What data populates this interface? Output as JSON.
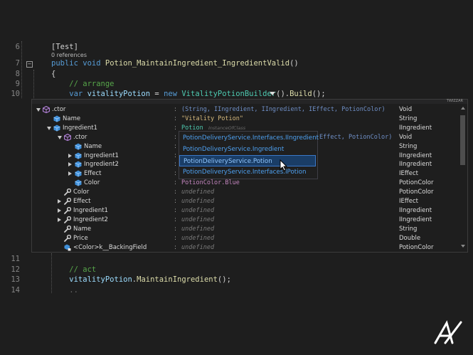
{
  "code_top": [
    {
      "ln": "6",
      "parts": [
        {
          "t": "[Test]",
          "c": "#d4d4d4"
        }
      ]
    },
    {
      "ln": "7",
      "parts": [
        {
          "t": "public ",
          "c": "#569cd6"
        },
        {
          "t": "void ",
          "c": "#569cd6"
        },
        {
          "t": "Potion_MaintainIngredient_IngredientValid",
          "c": "#dcdcaa"
        },
        {
          "t": "()",
          "c": "#d4d4d4"
        }
      ]
    },
    {
      "ln": "8",
      "parts": [
        {
          "t": "{",
          "c": "#d4d4d4"
        }
      ]
    },
    {
      "ln": "9",
      "parts": [
        {
          "t": "    // arrange",
          "c": "#57a64a"
        }
      ]
    },
    {
      "ln": "10",
      "parts": [
        {
          "t": "    var ",
          "c": "#569cd6"
        },
        {
          "t": "vitalityPotion ",
          "c": "#9cdcfe"
        },
        {
          "t": "= ",
          "c": "#d4d4d4"
        },
        {
          "t": "new ",
          "c": "#569cd6"
        },
        {
          "t": "VitalityPotionBuilder",
          "c": "#4ec9b0"
        },
        {
          "t": "().",
          "c": "#d4d4d4"
        },
        {
          "t": "Build",
          "c": "#dcdcaa"
        },
        {
          "t": "();",
          "c": "#d4d4d4"
        }
      ]
    }
  ],
  "references_label": "0 references",
  "code_bottom": [
    {
      "ln": "11",
      "parts": []
    },
    {
      "ln": "12",
      "parts": [
        {
          "t": "    // act",
          "c": "#57a64a"
        }
      ]
    },
    {
      "ln": "13",
      "parts": [
        {
          "t": "    vitalityPotion",
          "c": "#9cdcfe"
        },
        {
          "t": ".",
          "c": "#d4d4d4"
        },
        {
          "t": "MaintainIngredient",
          "c": "#dcdcaa"
        },
        {
          "t": "();",
          "c": "#d4d4d4"
        }
      ]
    },
    {
      "ln": "14",
      "parts": [
        {
          "t": "    ..",
          "c": "#6a6a6a"
        }
      ]
    }
  ],
  "watch": {
    "top_label": "TWIZZAR",
    "rows": [
      {
        "indent": 0,
        "expander": "down",
        "icon": "method-cube-icon",
        "name": ".ctor",
        "value": "(String, IIngredient, IIngredient, IEffect, PotionColor)",
        "value_color": "#6f8fc7",
        "type": "Void"
      },
      {
        "indent": 1,
        "expander": "none",
        "icon": "field-cube-icon",
        "name": "Name",
        "value": "\"Vitality Potion\"",
        "value_color": "#d7ba7d",
        "type": "String"
      },
      {
        "indent": 1,
        "expander": "down",
        "icon": "field-cube-icon",
        "name": "Ingredient1",
        "value": "Potion",
        "value_color": "#4ec9b0",
        "value_hint": "InstanceOfClass",
        "type": "IIngredient"
      },
      {
        "indent": 2,
        "expander": "down",
        "icon": "method-cube-icon",
        "name": ".ctor",
        "value": "Effect, PotionColor)",
        "value_color": "#6f8fc7",
        "value_offset": true,
        "type": "Void"
      },
      {
        "indent": 3,
        "expander": "none",
        "icon": "field-cube-icon",
        "name": "Name",
        "value": "",
        "value_color": "#d4d4d4",
        "type": "String"
      },
      {
        "indent": 3,
        "expander": "right",
        "icon": "field-cube-icon",
        "name": "Ingredient1",
        "value": "",
        "value_color": "#d4d4d4",
        "type": "IIngredient"
      },
      {
        "indent": 3,
        "expander": "right",
        "icon": "field-cube-icon",
        "name": "Ingredient2",
        "value": "",
        "value_color": "#d4d4d4",
        "type": "IIngredient"
      },
      {
        "indent": 3,
        "expander": "right",
        "icon": "field-cube-icon",
        "name": "Effect",
        "value": "",
        "value_color": "#d4d4d4",
        "type": "IEffect"
      },
      {
        "indent": 3,
        "expander": "none",
        "icon": "field-cube-icon",
        "name": "Color",
        "value": "PotionColor.Blue",
        "value_color": "#c586c0",
        "type": "PotionColor"
      },
      {
        "indent": 2,
        "expander": "none",
        "icon": "wrench-icon",
        "name": "Color",
        "value": "undefined",
        "value_color": "#7a7a7a",
        "italic": true,
        "type": "PotionColor"
      },
      {
        "indent": 2,
        "expander": "right",
        "icon": "wrench-icon",
        "name": "Effect",
        "value": "undefined",
        "value_color": "#7a7a7a",
        "italic": true,
        "type": "IEffect"
      },
      {
        "indent": 2,
        "expander": "right",
        "icon": "wrench-icon",
        "name": "Ingredient1",
        "value": "undefined",
        "value_color": "#7a7a7a",
        "italic": true,
        "type": "IIngredient"
      },
      {
        "indent": 2,
        "expander": "right",
        "icon": "wrench-icon",
        "name": "Ingredient2",
        "value": "undefined",
        "value_color": "#7a7a7a",
        "italic": true,
        "type": "IIngredient"
      },
      {
        "indent": 2,
        "expander": "none",
        "icon": "wrench-icon",
        "name": "Name",
        "value": "undefined",
        "value_color": "#7a7a7a",
        "italic": true,
        "type": "String"
      },
      {
        "indent": 2,
        "expander": "none",
        "icon": "wrench-icon",
        "name": "Price",
        "value": "undefined",
        "value_color": "#7a7a7a",
        "italic": true,
        "type": "Double"
      },
      {
        "indent": 2,
        "expander": "none",
        "icon": "backing-field-icon",
        "name": "<Color>k__BackingField",
        "value": "undefined",
        "value_color": "#7a7a7a",
        "italic": true,
        "type": "PotionColor"
      }
    ]
  },
  "completion": {
    "items": [
      {
        "label": "PotionDeliveryService.Interfaces.IIngredient",
        "selected": false
      },
      {
        "label": "PotionDeliveryService.Ingredient",
        "selected": false
      },
      {
        "label": "PotionDeliveryService.Potion",
        "selected": true
      },
      {
        "label": "PotionDeliveryService.Interfaces.IPotion",
        "selected": false
      }
    ]
  },
  "colors": {
    "background": "#1e1e1e",
    "line_number": "#858585",
    "keyword": "#569cd6",
    "method": "#dcdcaa",
    "type": "#4ec9b0",
    "comment": "#57a64a",
    "selection": "#1a3d66"
  },
  "icons": {
    "logo": "ax-logo-icon",
    "cursor": "mouse-pointer-icon"
  }
}
